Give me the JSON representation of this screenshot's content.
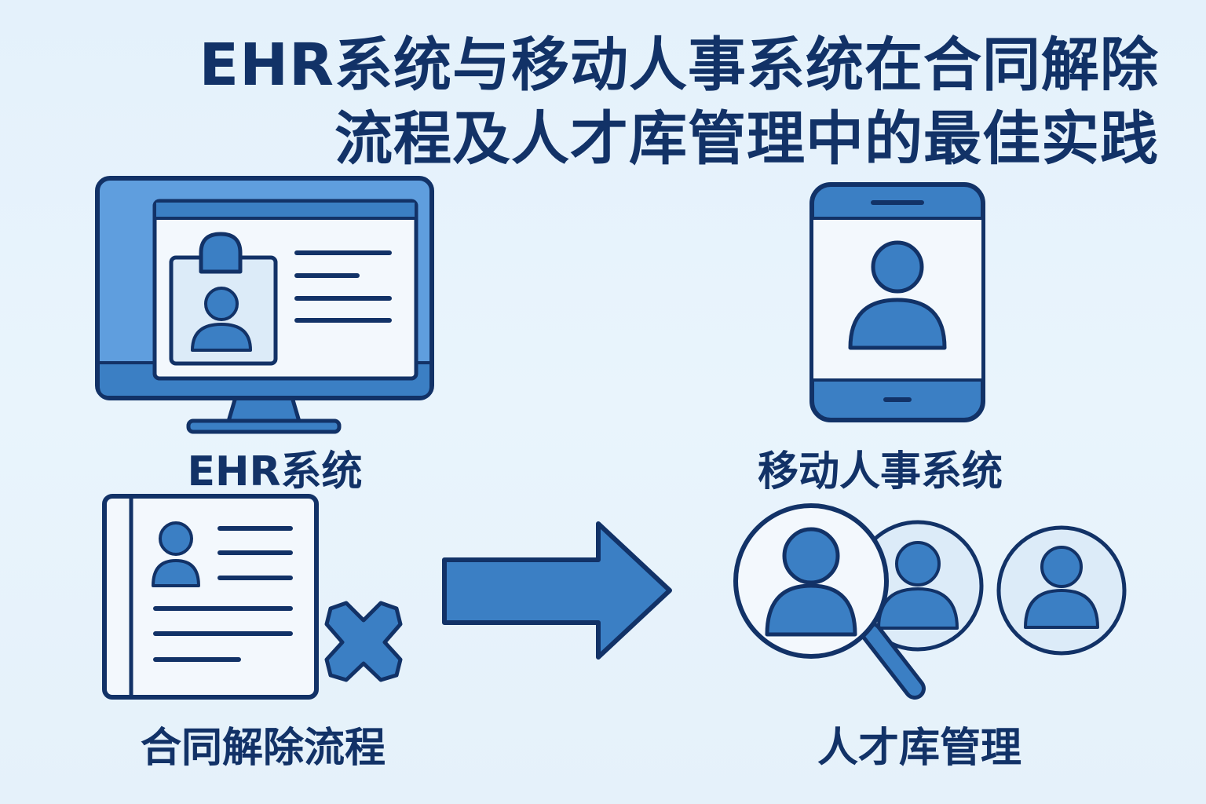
{
  "title": {
    "line1": "EHR系统与移动人事系统在合同解除",
    "line2": "流程及人才库管理中的最佳实践"
  },
  "labels": {
    "ehr": "EHR系统",
    "mobile": "移动人事系统",
    "termination": "合同解除流程",
    "talent_pool": "人才库管理"
  },
  "colors": {
    "background": "#e6f2fb",
    "primary": "#3b7fc4",
    "outline": "#123267",
    "panel": "#f2f8fd",
    "light_blue": "#dcebf8"
  },
  "icons": [
    "desktop-monitor-icon",
    "id-card-icon",
    "smartphone-icon",
    "document-icon",
    "cancel-x-icon",
    "arrow-right-icon",
    "magnifier-icon",
    "person-icon"
  ]
}
